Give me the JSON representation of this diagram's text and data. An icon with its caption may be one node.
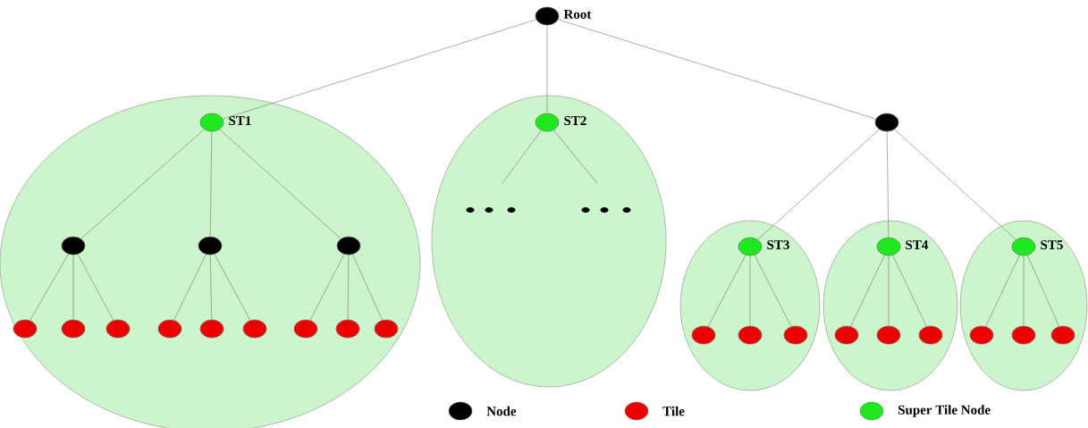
{
  "diagram": {
    "nodes": [
      {
        "text": [
          "Root"
        ]
      },
      {
        "text": [],
        "shape": "ellipse"
      },
      {
        "text": [
          "ST1"
        ],
        "in": 1
      },
      {
        "text": [],
        "shape": "circle",
        "in": 1
      },
      {
        "text": [],
        "shape": "circle",
        "in": 1
      },
      {
        "text": [],
        "shape": "circle",
        "in": 1
      },
      {
        "text": [],
        "shape": "circle",
        "in": 1
      },
      {
        "text": [],
        "shape": "circle",
        "in": 1
      },
      {
        "text": [],
        "shape": "circle",
        "in": 1
      },
      {
        "text": [],
        "shape": "circle",
        "in": 1
      },
      {
        "text": [],
        "shape": "circle",
        "in": 1
      },
      {
        "text": [],
        "shape": "circle",
        "in": 1
      },
      {
        "text": [],
        "shape": "circle",
        "in": 1
      },
      {
        "text": [],
        "shape": "circle",
        "in": 1
      },
      {
        "text": [],
        "shape": "circle",
        "in": 1
      },
      {
        "text": [],
        "shape": "ellipse"
      },
      {
        "text": [
          "ST2"
        ],
        "in": 15
      },
      {
        "text": [],
        "shape": "circle"
      },
      {
        "text": [],
        "shape": "ellipse"
      },
      {
        "text": [
          "ST3"
        ],
        "in": 18
      },
      {
        "text": [],
        "shape": "circle",
        "in": 18
      },
      {
        "text": [],
        "shape": "circle",
        "in": 18
      },
      {
        "text": [],
        "shape": "circle",
        "in": 18
      },
      {
        "text": [],
        "shape": "ellipse"
      },
      {
        "text": [
          "ST4"
        ],
        "in": 23
      },
      {
        "text": [],
        "shape": "circle",
        "in": 23
      },
      {
        "text": [],
        "shape": "circle",
        "in": 23
      },
      {
        "text": [],
        "shape": "circle",
        "in": 23
      },
      {
        "text": [],
        "shape": "ellipse"
      },
      {
        "text": [
          "ST5"
        ],
        "in": 28
      },
      {
        "text": [],
        "shape": "circle",
        "in": 28
      },
      {
        "text": [],
        "shape": "circle",
        "in": 28
      },
      {
        "text": [],
        "shape": "circle",
        "in": 28
      }
    ],
    "edges": [
      {
        "from": 0,
        "to": 2,
        "arrow": "none"
      },
      {
        "from": 0,
        "to": 16,
        "arrow": "none"
      },
      {
        "from": 0,
        "to": 17,
        "arrow": "none"
      },
      {
        "from": 2,
        "to": 3,
        "arrow": "none"
      },
      {
        "from": 2,
        "to": 4,
        "arrow": "none"
      },
      {
        "from": 2,
        "to": 5,
        "arrow": "none"
      },
      {
        "from": 3,
        "to": 6,
        "arrow": "none"
      },
      {
        "from": 3,
        "to": 7,
        "arrow": "none"
      },
      {
        "from": 3,
        "to": 8,
        "arrow": "none"
      },
      {
        "from": 4,
        "to": 9,
        "arrow": "none"
      },
      {
        "from": 4,
        "to": 10,
        "arrow": "none"
      },
      {
        "from": 4,
        "to": 11,
        "arrow": "none"
      },
      {
        "from": 5,
        "to": 12,
        "arrow": "none"
      },
      {
        "from": 5,
        "to": 13,
        "arrow": "none"
      },
      {
        "from": 5,
        "to": 14,
        "arrow": "none"
      },
      {
        "from": 16,
        "to": null,
        "arrow": "none"
      },
      {
        "from": 16,
        "to": null,
        "arrow": "none"
      },
      {
        "from": 17,
        "to": 19,
        "arrow": "none"
      },
      {
        "from": 17,
        "to": 24,
        "arrow": "none"
      },
      {
        "from": 17,
        "to": 29,
        "arrow": "none"
      },
      {
        "from": 19,
        "to": 20,
        "arrow": "none"
      },
      {
        "from": 19,
        "to": 21,
        "arrow": "none"
      },
      {
        "from": 19,
        "to": 22,
        "arrow": "none"
      },
      {
        "from": 24,
        "to": 25,
        "arrow": "none"
      },
      {
        "from": 24,
        "to": 26,
        "arrow": "none"
      },
      {
        "from": 24,
        "to": 27,
        "arrow": "none"
      },
      {
        "from": 29,
        "to": 30,
        "arrow": "none"
      },
      {
        "from": 29,
        "to": 31,
        "arrow": "none"
      },
      {
        "from": 29,
        "to": 32,
        "arrow": "none"
      }
    ],
    "legend": [
      {
        "text": "Node",
        "color": "#000000"
      },
      {
        "text": "Tile",
        "color": "#ee0000"
      },
      {
        "text": "Super Tile Node",
        "color": "#1ee81e"
      }
    ]
  }
}
